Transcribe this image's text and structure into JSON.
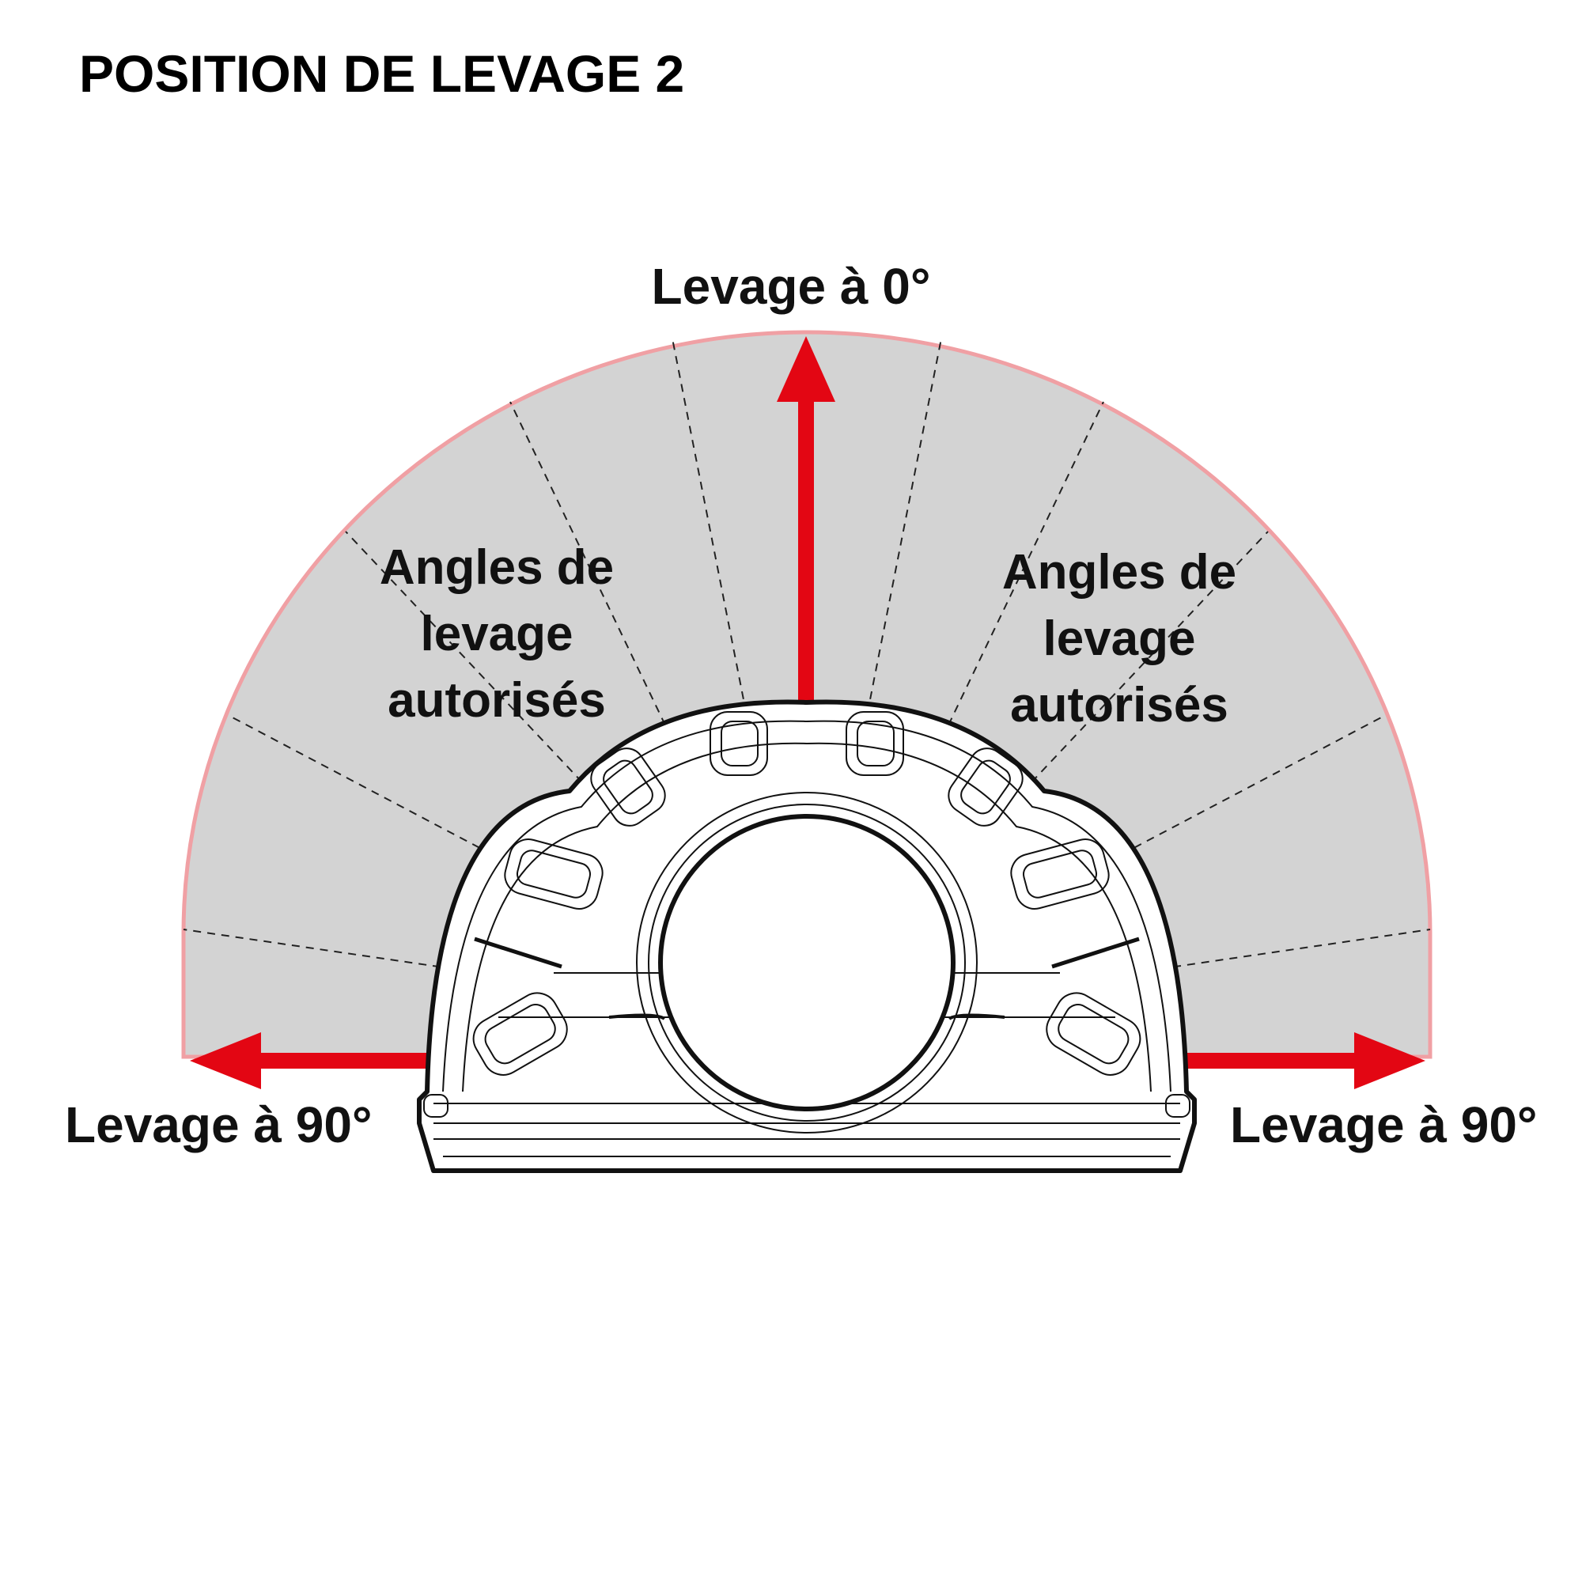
{
  "title": "POSITION DE LEVAGE 2",
  "labels": {
    "top": "Levage à 0°",
    "left": "Levage à 90°",
    "right": "Levage à 90°"
  },
  "zones": {
    "left": [
      "Angles de",
      "levage",
      "autorisés"
    ],
    "right": [
      "Angles de",
      "levage",
      "autorisés"
    ]
  },
  "colors": {
    "sector_fill": "#d3d3d3",
    "sector_outline": "#f0a0a4",
    "arrow": "#e30613",
    "part_line": "#111111"
  }
}
